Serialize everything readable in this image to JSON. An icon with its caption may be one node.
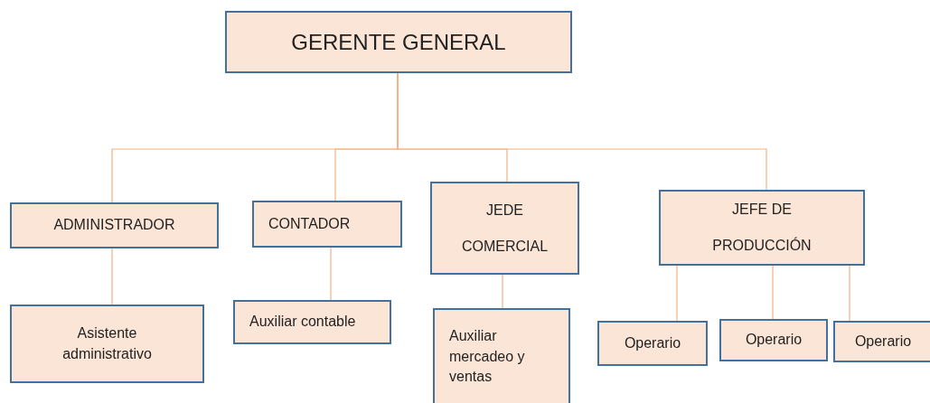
{
  "diagram": {
    "nodes": [
      {
        "text": [
          "GERENTE GENERAL"
        ]
      },
      {
        "text": [
          "ADMINISTRADOR"
        ]
      },
      {
        "text": [
          "CONTADOR"
        ]
      },
      {
        "text": [
          "JEDE COMERCIAL"
        ]
      },
      {
        "text": [
          "JEFE DE PRODUCCIÓN"
        ]
      },
      {
        "text": [
          "Asistente administrativo"
        ]
      },
      {
        "text": [
          "Auxiliar contable"
        ]
      },
      {
        "text": [
          "Auxiliar mercadeo y ventas"
        ]
      },
      {
        "text": [
          "Operario"
        ]
      },
      {
        "text": [
          "Operario"
        ]
      },
      {
        "text": [
          "Operario"
        ]
      }
    ],
    "edges": [
      {
        "from": 0,
        "to": 1,
        "arrow": "none"
      },
      {
        "from": 0,
        "to": 2,
        "arrow": "none"
      },
      {
        "from": 0,
        "to": 3,
        "arrow": "none"
      },
      {
        "from": 0,
        "to": 4,
        "arrow": "none"
      },
      {
        "from": 1,
        "to": 5,
        "arrow": "none"
      },
      {
        "from": 2,
        "to": 6,
        "arrow": "none"
      },
      {
        "from": 3,
        "to": 7,
        "arrow": "none"
      },
      {
        "from": 4,
        "to": 8,
        "arrow": "none"
      },
      {
        "from": 4,
        "to": 9,
        "arrow": "none"
      },
      {
        "from": 4,
        "to": 10,
        "arrow": "none"
      }
    ]
  }
}
